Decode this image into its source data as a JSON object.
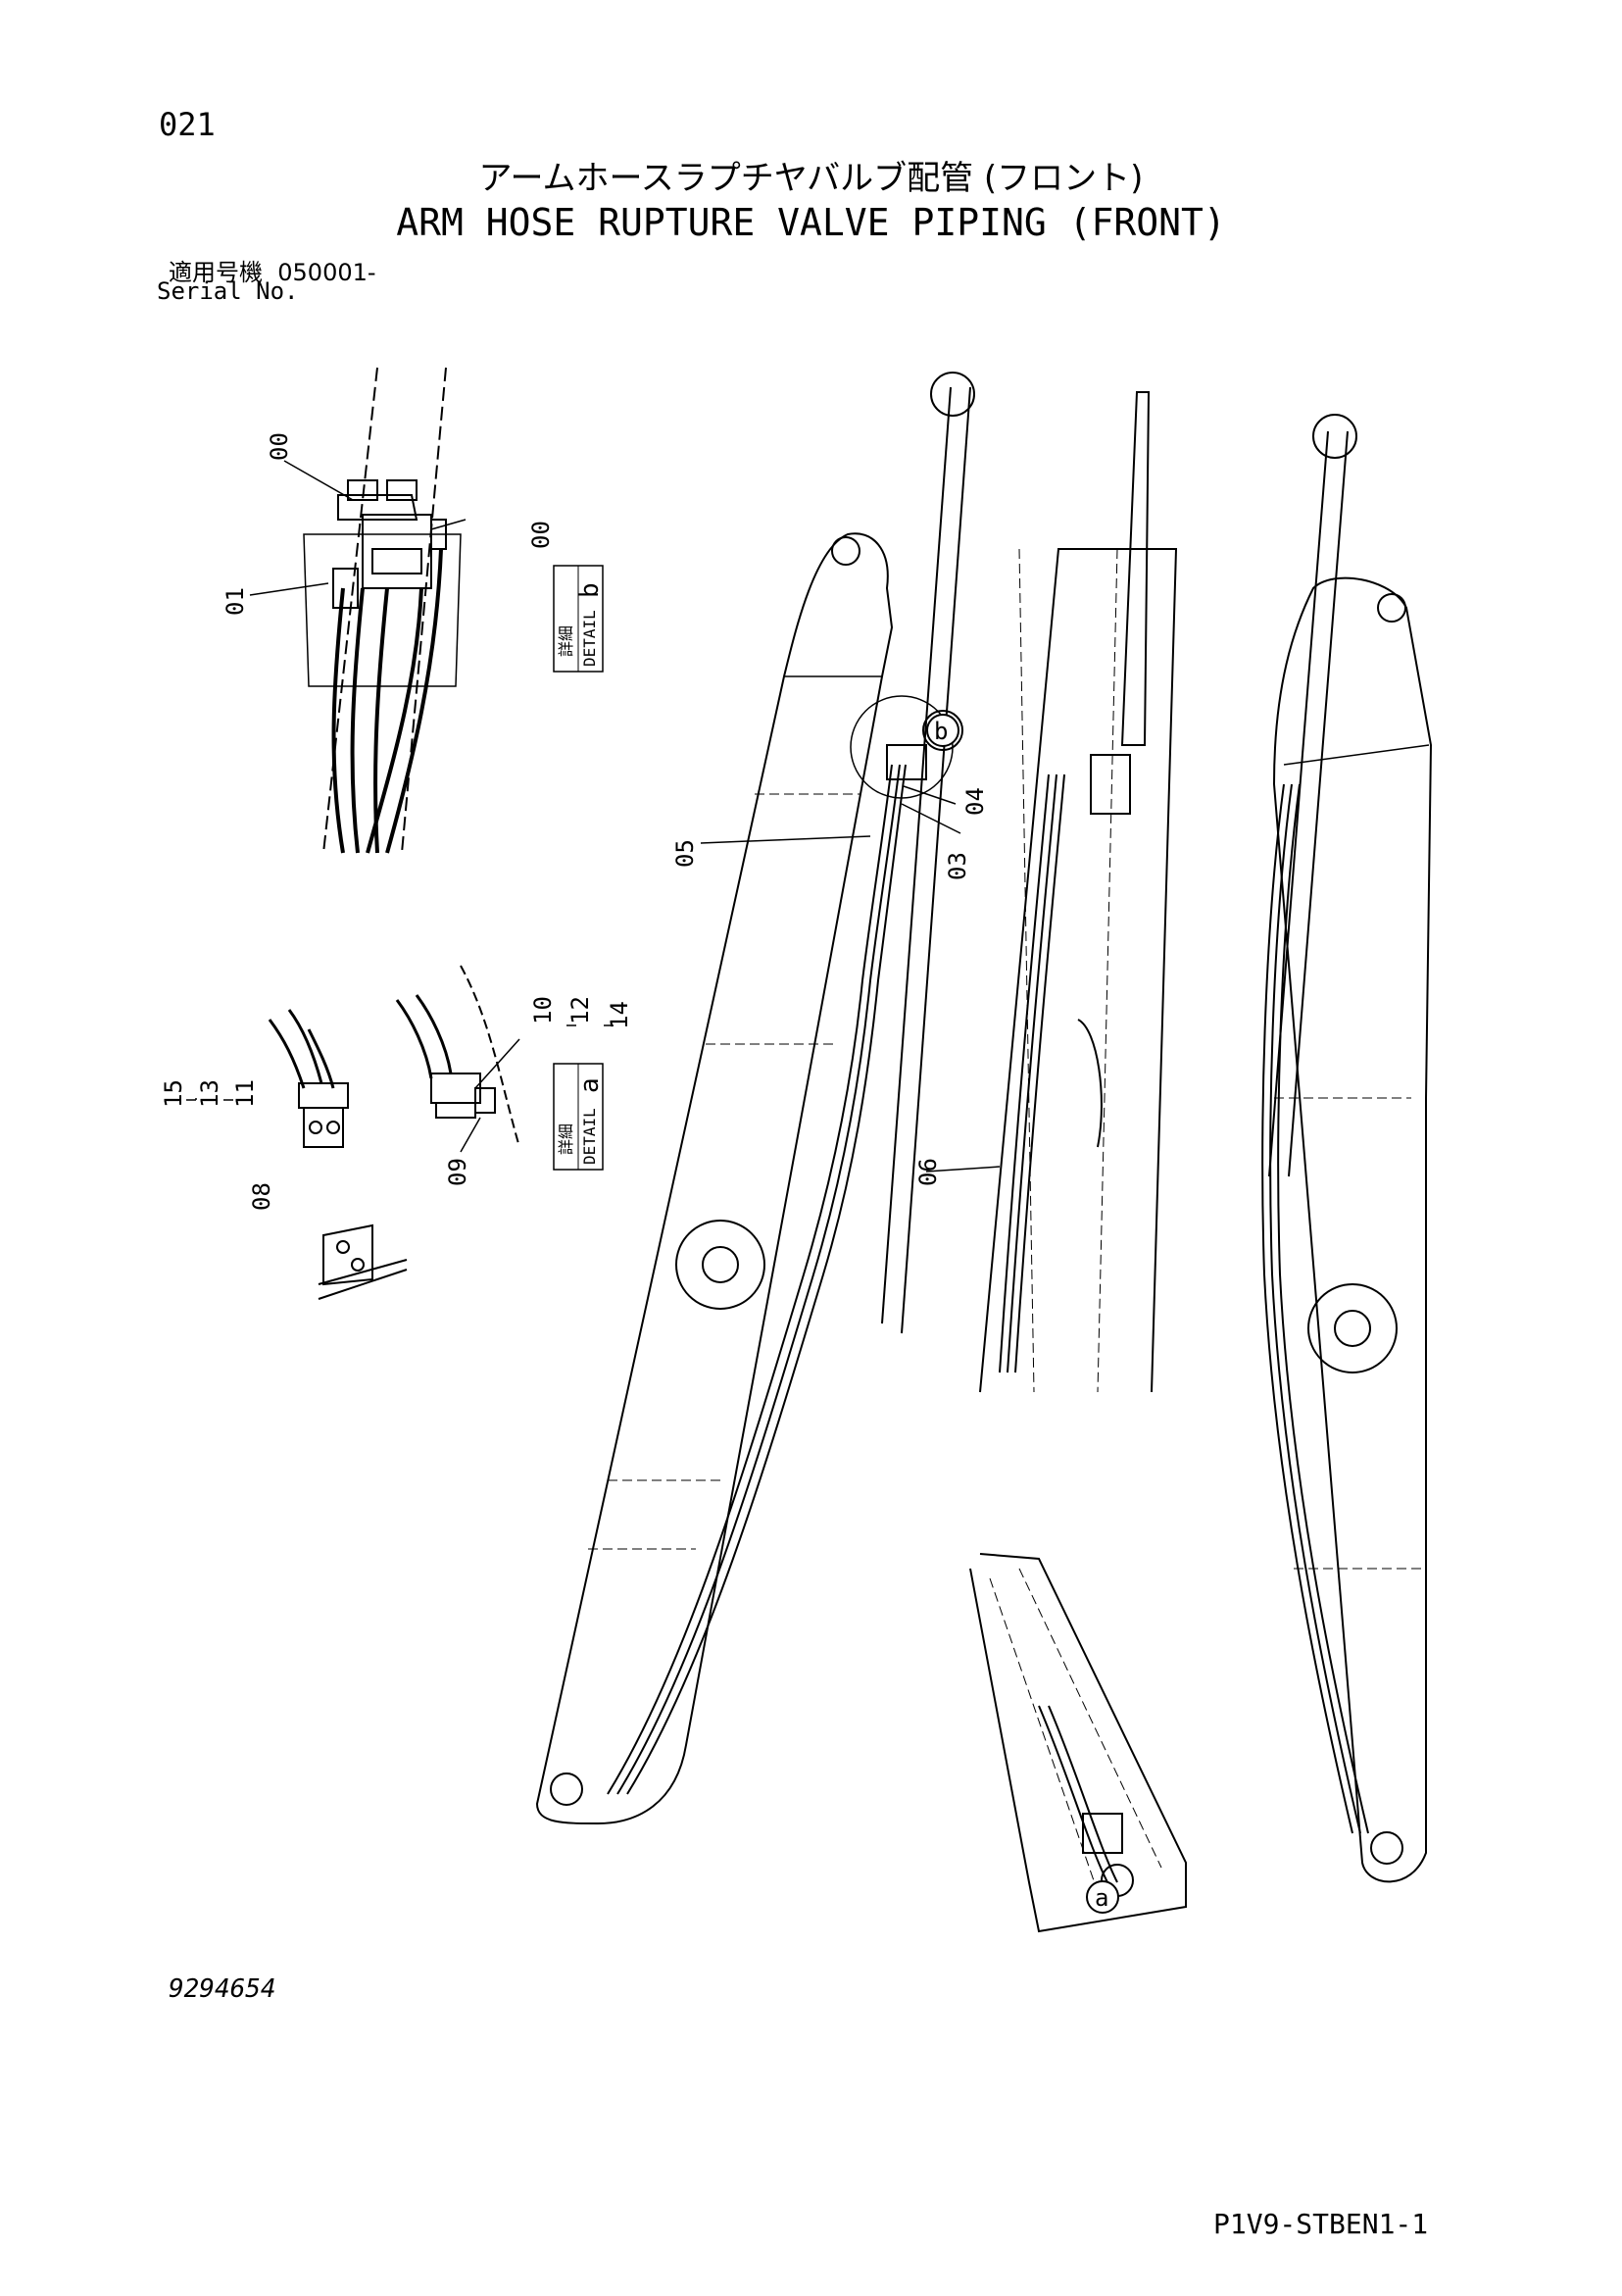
{
  "page_number": "021",
  "title_japanese": "アームホースラプチヤバルブ配管 (フロント)",
  "title_english": "ARM HOSE RUPTURE VALVE PIPING (FRONT)",
  "serial_label_japanese": "適用号機",
  "serial_number_range": "050001-",
  "serial_label_english": "Serial No.",
  "drawing_number": "9294654",
  "sheet_code": "P1V9-STBEN1-1",
  "detail_boxes": [
    {
      "kanji": "詳細",
      "text": "DETAIL",
      "letter": "b"
    },
    {
      "kanji": "詳細",
      "text": "DETAIL",
      "letter": "a"
    }
  ],
  "callout_letters": [
    "b",
    "a"
  ],
  "part_labels": [
    "00",
    "00",
    "01",
    "05",
    "04",
    "03",
    "10",
    "12",
    "14",
    "15",
    "13",
    "11",
    "09",
    "08",
    "06"
  ],
  "colors": {
    "ink": "#000000",
    "paper": "#ffffff"
  }
}
